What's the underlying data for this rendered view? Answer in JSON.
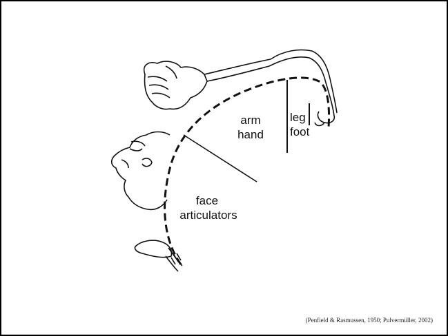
{
  "labels": {
    "arm": "arm",
    "hand": "hand",
    "leg": "leg",
    "foot": "foot",
    "face": "face",
    "articulators": "articulators"
  },
  "citation": "(Penfield & Rasmussen, 1950; Pulvermüller, 2002)",
  "colors": {
    "ink": "#111111",
    "background": "#ffffff",
    "border": "#000000"
  }
}
